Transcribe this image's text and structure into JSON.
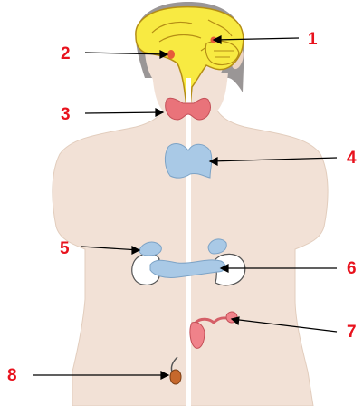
{
  "labels": [
    "1",
    "2",
    "3",
    "4",
    "5",
    "6",
    "7",
    "8"
  ],
  "colors": {
    "label": "#e8121d",
    "skin": "#f2e1d6",
    "skin_edge": "#d9c1b0",
    "hair": "#9a9696",
    "brain": "#f8ea42",
    "brain_edge": "#b58e15",
    "thyroid": "#e9737a",
    "thymus": "#a9c9e6",
    "gland_red": "#e65b3a",
    "ovary": "#f0828a",
    "testis": "#c6682c",
    "line": "#000000"
  }
}
